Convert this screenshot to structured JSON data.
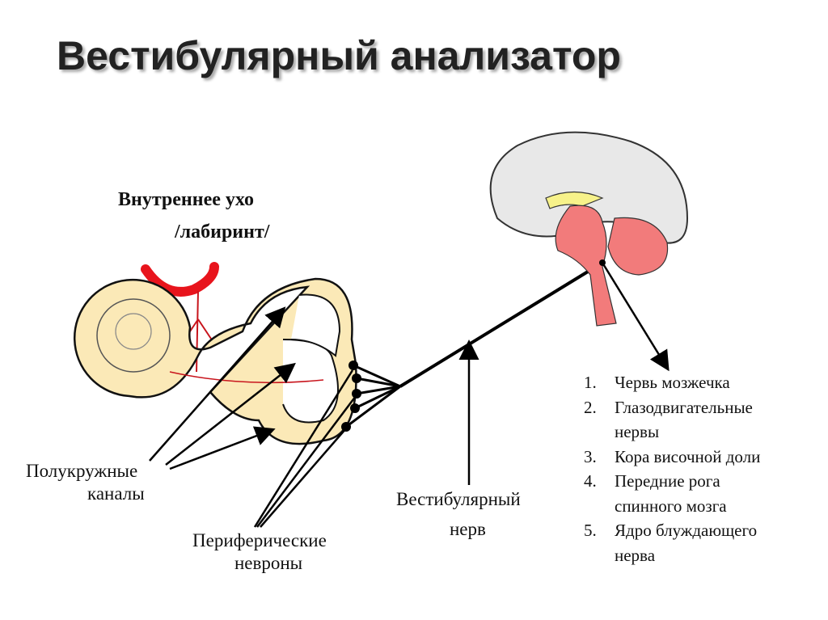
{
  "title": "Вестибулярный анализатор",
  "inner_ear": {
    "line1": "Внутреннее ухо",
    "line2": "/лабиринт/"
  },
  "labels": {
    "canals": {
      "line1": "Полукружные",
      "line2": "каналы"
    },
    "neurons": {
      "line1": "Периферические",
      "line2": "невроны"
    },
    "nerve": {
      "line1": "Вестибулярный",
      "line2": "нерв"
    }
  },
  "targets": [
    {
      "num": "1.",
      "text": "Червь мозжечка"
    },
    {
      "num": "2.",
      "text": "Глазодвигательные нервы"
    },
    {
      "num": "3.",
      "text": "Кора височной доли"
    },
    {
      "num": "4.",
      "text": "Передние рога спинного мозга"
    },
    {
      "num": "5.",
      "text": "Ядро блуждающего нерва"
    }
  ],
  "colors": {
    "ear": "#fbe9b7",
    "vessel": "#e8141c",
    "brain": "#e8e8e8",
    "brainstem": "#f27b7b",
    "corpus": "#f7f28a"
  }
}
